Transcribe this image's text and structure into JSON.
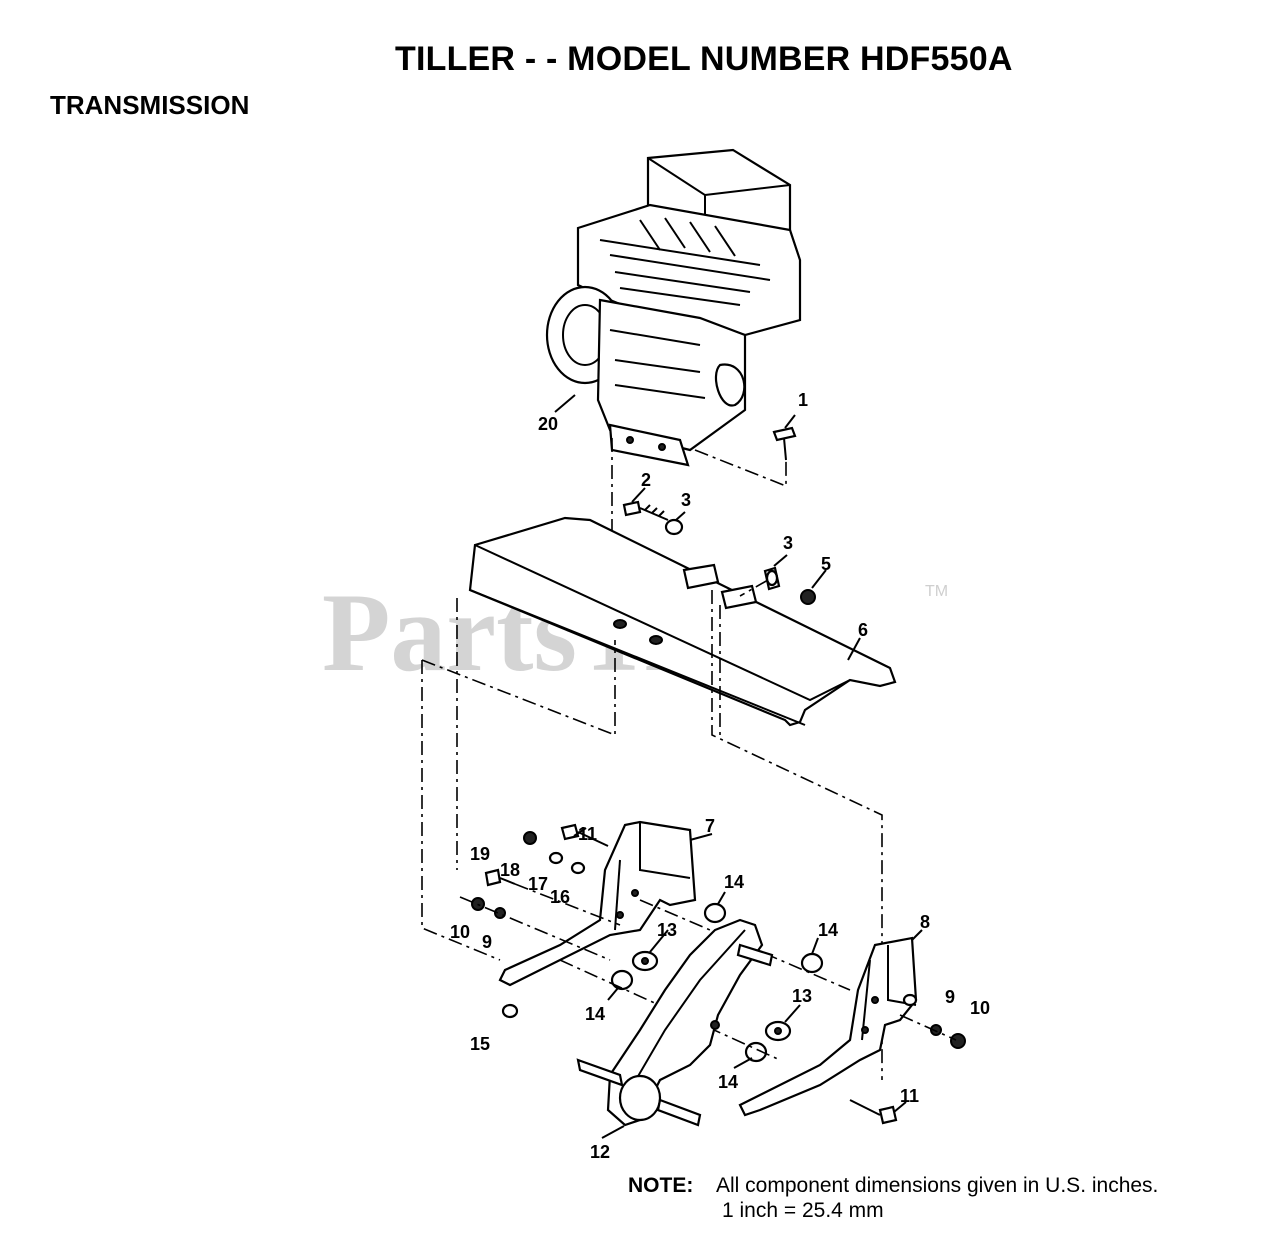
{
  "header": {
    "title": "TILLER - - MODEL NUMBER HDF550A",
    "section": "TRANSMISSION"
  },
  "watermark": {
    "text": "PartsTree",
    "tm": "TM"
  },
  "callouts": [
    {
      "id": "c1",
      "label": "1"
    },
    {
      "id": "c2",
      "label": "2"
    },
    {
      "id": "c3a",
      "label": "3"
    },
    {
      "id": "c3b",
      "label": "3"
    },
    {
      "id": "c5",
      "label": "5"
    },
    {
      "id": "c6",
      "label": "6"
    },
    {
      "id": "c7",
      "label": "7"
    },
    {
      "id": "c8",
      "label": "8"
    },
    {
      "id": "c9a",
      "label": "9"
    },
    {
      "id": "c9b",
      "label": "9"
    },
    {
      "id": "c10a",
      "label": "10"
    },
    {
      "id": "c10b",
      "label": "10"
    },
    {
      "id": "c11a",
      "label": "11"
    },
    {
      "id": "c11b",
      "label": "11"
    },
    {
      "id": "c12",
      "label": "12"
    },
    {
      "id": "c13a",
      "label": "13"
    },
    {
      "id": "c13b",
      "label": "13"
    },
    {
      "id": "c14a",
      "label": "14"
    },
    {
      "id": "c14b",
      "label": "14"
    },
    {
      "id": "c14c",
      "label": "14"
    },
    {
      "id": "c14d",
      "label": "14"
    },
    {
      "id": "c15",
      "label": "15"
    },
    {
      "id": "c16",
      "label": "16"
    },
    {
      "id": "c17",
      "label": "17"
    },
    {
      "id": "c18",
      "label": "18"
    },
    {
      "id": "c19",
      "label": "19"
    },
    {
      "id": "c20",
      "label": "20"
    }
  ],
  "note": {
    "label": "NOTE:",
    "line1": "All component dimensions given in U.S. inches.",
    "line2": "1 inch = 25.4 mm"
  }
}
